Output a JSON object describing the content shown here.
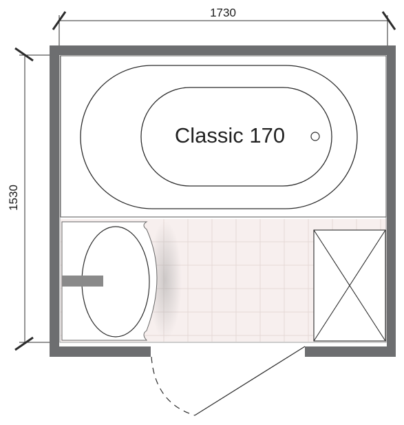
{
  "plan": {
    "width_label": "1730",
    "height_label": "1530",
    "bathtub_label": "Classic 170"
  },
  "colors": {
    "wall": "#6d6e70",
    "floor_tile": "#f7efee",
    "tile_line": "#e4d8d6",
    "line": "#2b2b2b"
  }
}
